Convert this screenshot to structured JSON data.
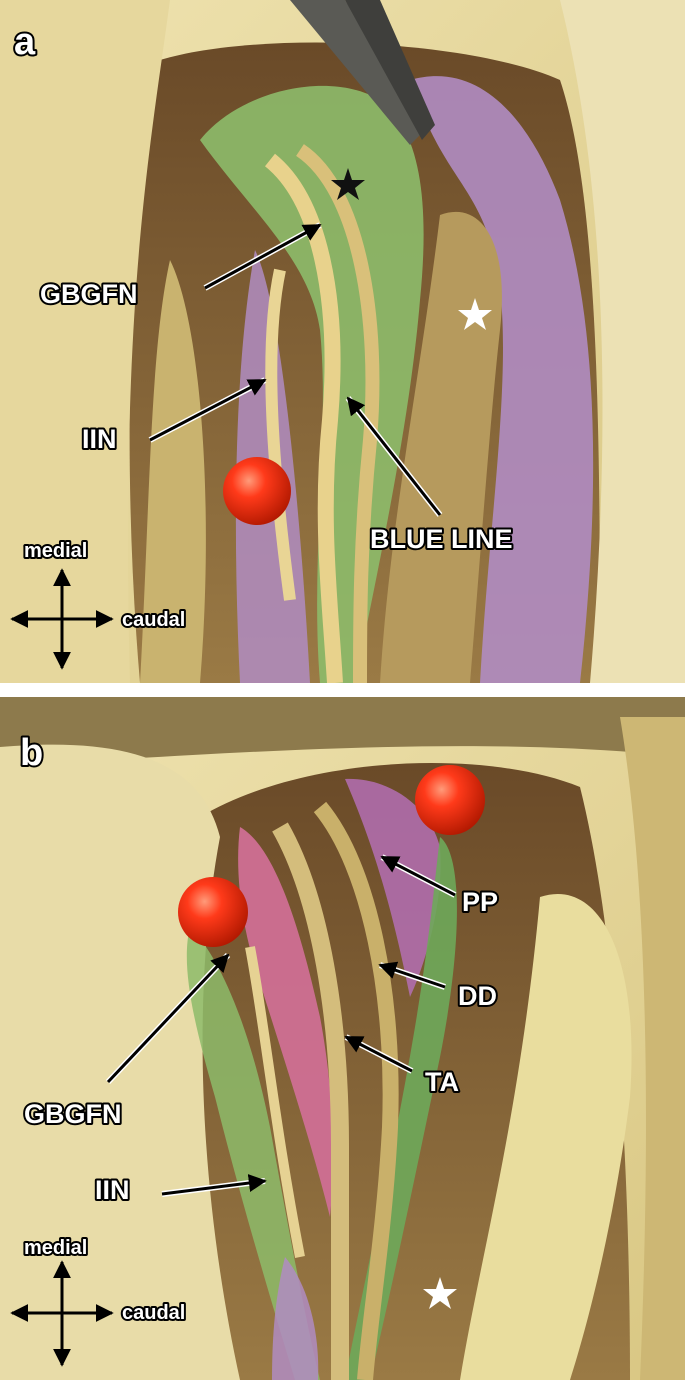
{
  "figure": {
    "panels": [
      {
        "id": "a",
        "letter": "a",
        "labels": {
          "gbgfn": "GBGFN",
          "iin": "IIN",
          "blue_line": "BLUE LINE"
        },
        "orientation": {
          "medial": "medial",
          "caudal": "caudal"
        },
        "markers": [
          "black-star-icon",
          "white-star-icon",
          "orange-pin-icon"
        ]
      },
      {
        "id": "b",
        "letter": "b",
        "labels": {
          "pp": "PP",
          "dd": "DD",
          "ta": "TA",
          "gbgfn": "GBGFN",
          "iin": "IIN"
        },
        "orientation": {
          "medial": "medial",
          "caudal": "caudal"
        },
        "markers": [
          "white-star-icon",
          "orange-pin-icon",
          "orange-pin-icon"
        ]
      }
    ],
    "colors": {
      "fat": "#e3d49a",
      "tissue_dark": "#7a6038",
      "green_overlay": "#8dbb6a",
      "purple_overlay": "#b08cc2",
      "pink_overlay": "#cf6f93",
      "pin": "#ff3a1a"
    }
  }
}
